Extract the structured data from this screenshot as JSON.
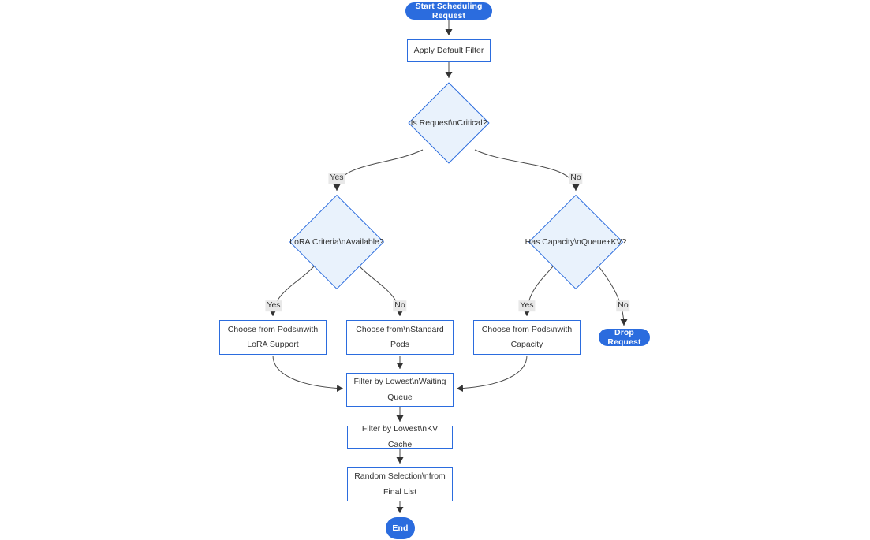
{
  "flowchart": {
    "nodes": {
      "start": "Start Scheduling Request",
      "apply_filter": "Apply Default Filter",
      "is_critical": "Is Request\\nCritical?",
      "lora_criteria": "LoRA Criteria\\nAvailable?",
      "has_capacity": "Has Capacity\\nQueue+KV?",
      "choose_lora_pods": "Choose from Pods\\nwith LoRA Support",
      "choose_standard_pods": "Choose from\\nStandard Pods",
      "choose_capacity_pods": "Choose from Pods\\nwith Capacity",
      "drop_request": "Drop Request",
      "filter_waiting_queue": "Filter by Lowest\\nWaiting Queue",
      "filter_kv_cache": "Filter by Lowest\\nKV Cache",
      "random_selection": "Random Selection\\nfrom Final List",
      "end": "End"
    },
    "edge_labels": {
      "critical_yes": "Yes",
      "critical_no": "No",
      "lora_yes": "Yes",
      "lora_no": "No",
      "capacity_yes": "Yes",
      "capacity_no": "No"
    },
    "colors": {
      "accent_blue": "#2b6cde",
      "diamond_fill": "#e9f2fc",
      "node_border": "#2b6cde",
      "edge_line": "#4a4a4a",
      "edge_label_bg": "#e8e8e8",
      "text": "#333333",
      "background": "#ffffff"
    }
  }
}
